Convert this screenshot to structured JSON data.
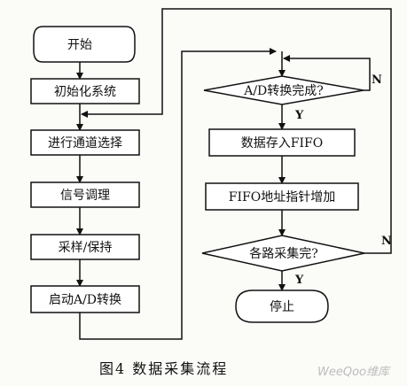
{
  "nodes": {
    "start": "开始",
    "init": "初始化系统",
    "channel": "进行通道选择",
    "signal": "信号调理",
    "sample": "采样/保持",
    "start_ad": "启动A/D转换",
    "ad_done": "A/D转换完成?",
    "store_fifo": "数据存入FIFO",
    "fifo_ptr": "FIFO地址指针增加",
    "all_done": "各路采集完?",
    "stop": "停止"
  },
  "edge_labels": {
    "ad_yes": "Y",
    "ad_no": "N",
    "all_yes": "Y",
    "all_no": "N"
  },
  "caption": "图4 数据采集流程",
  "watermark": "WeeQoo维库"
}
